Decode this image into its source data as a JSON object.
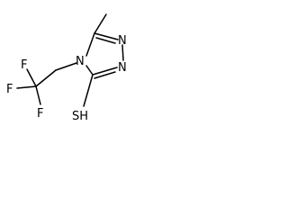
{
  "molecule": {
    "atoms": {
      "n_ring_top": "N",
      "n_ring_bottom": "N",
      "n_ring_sub": "N",
      "f_top": "F",
      "f_left": "F",
      "f_bottom": "F",
      "sh_group": "SH"
    }
  }
}
